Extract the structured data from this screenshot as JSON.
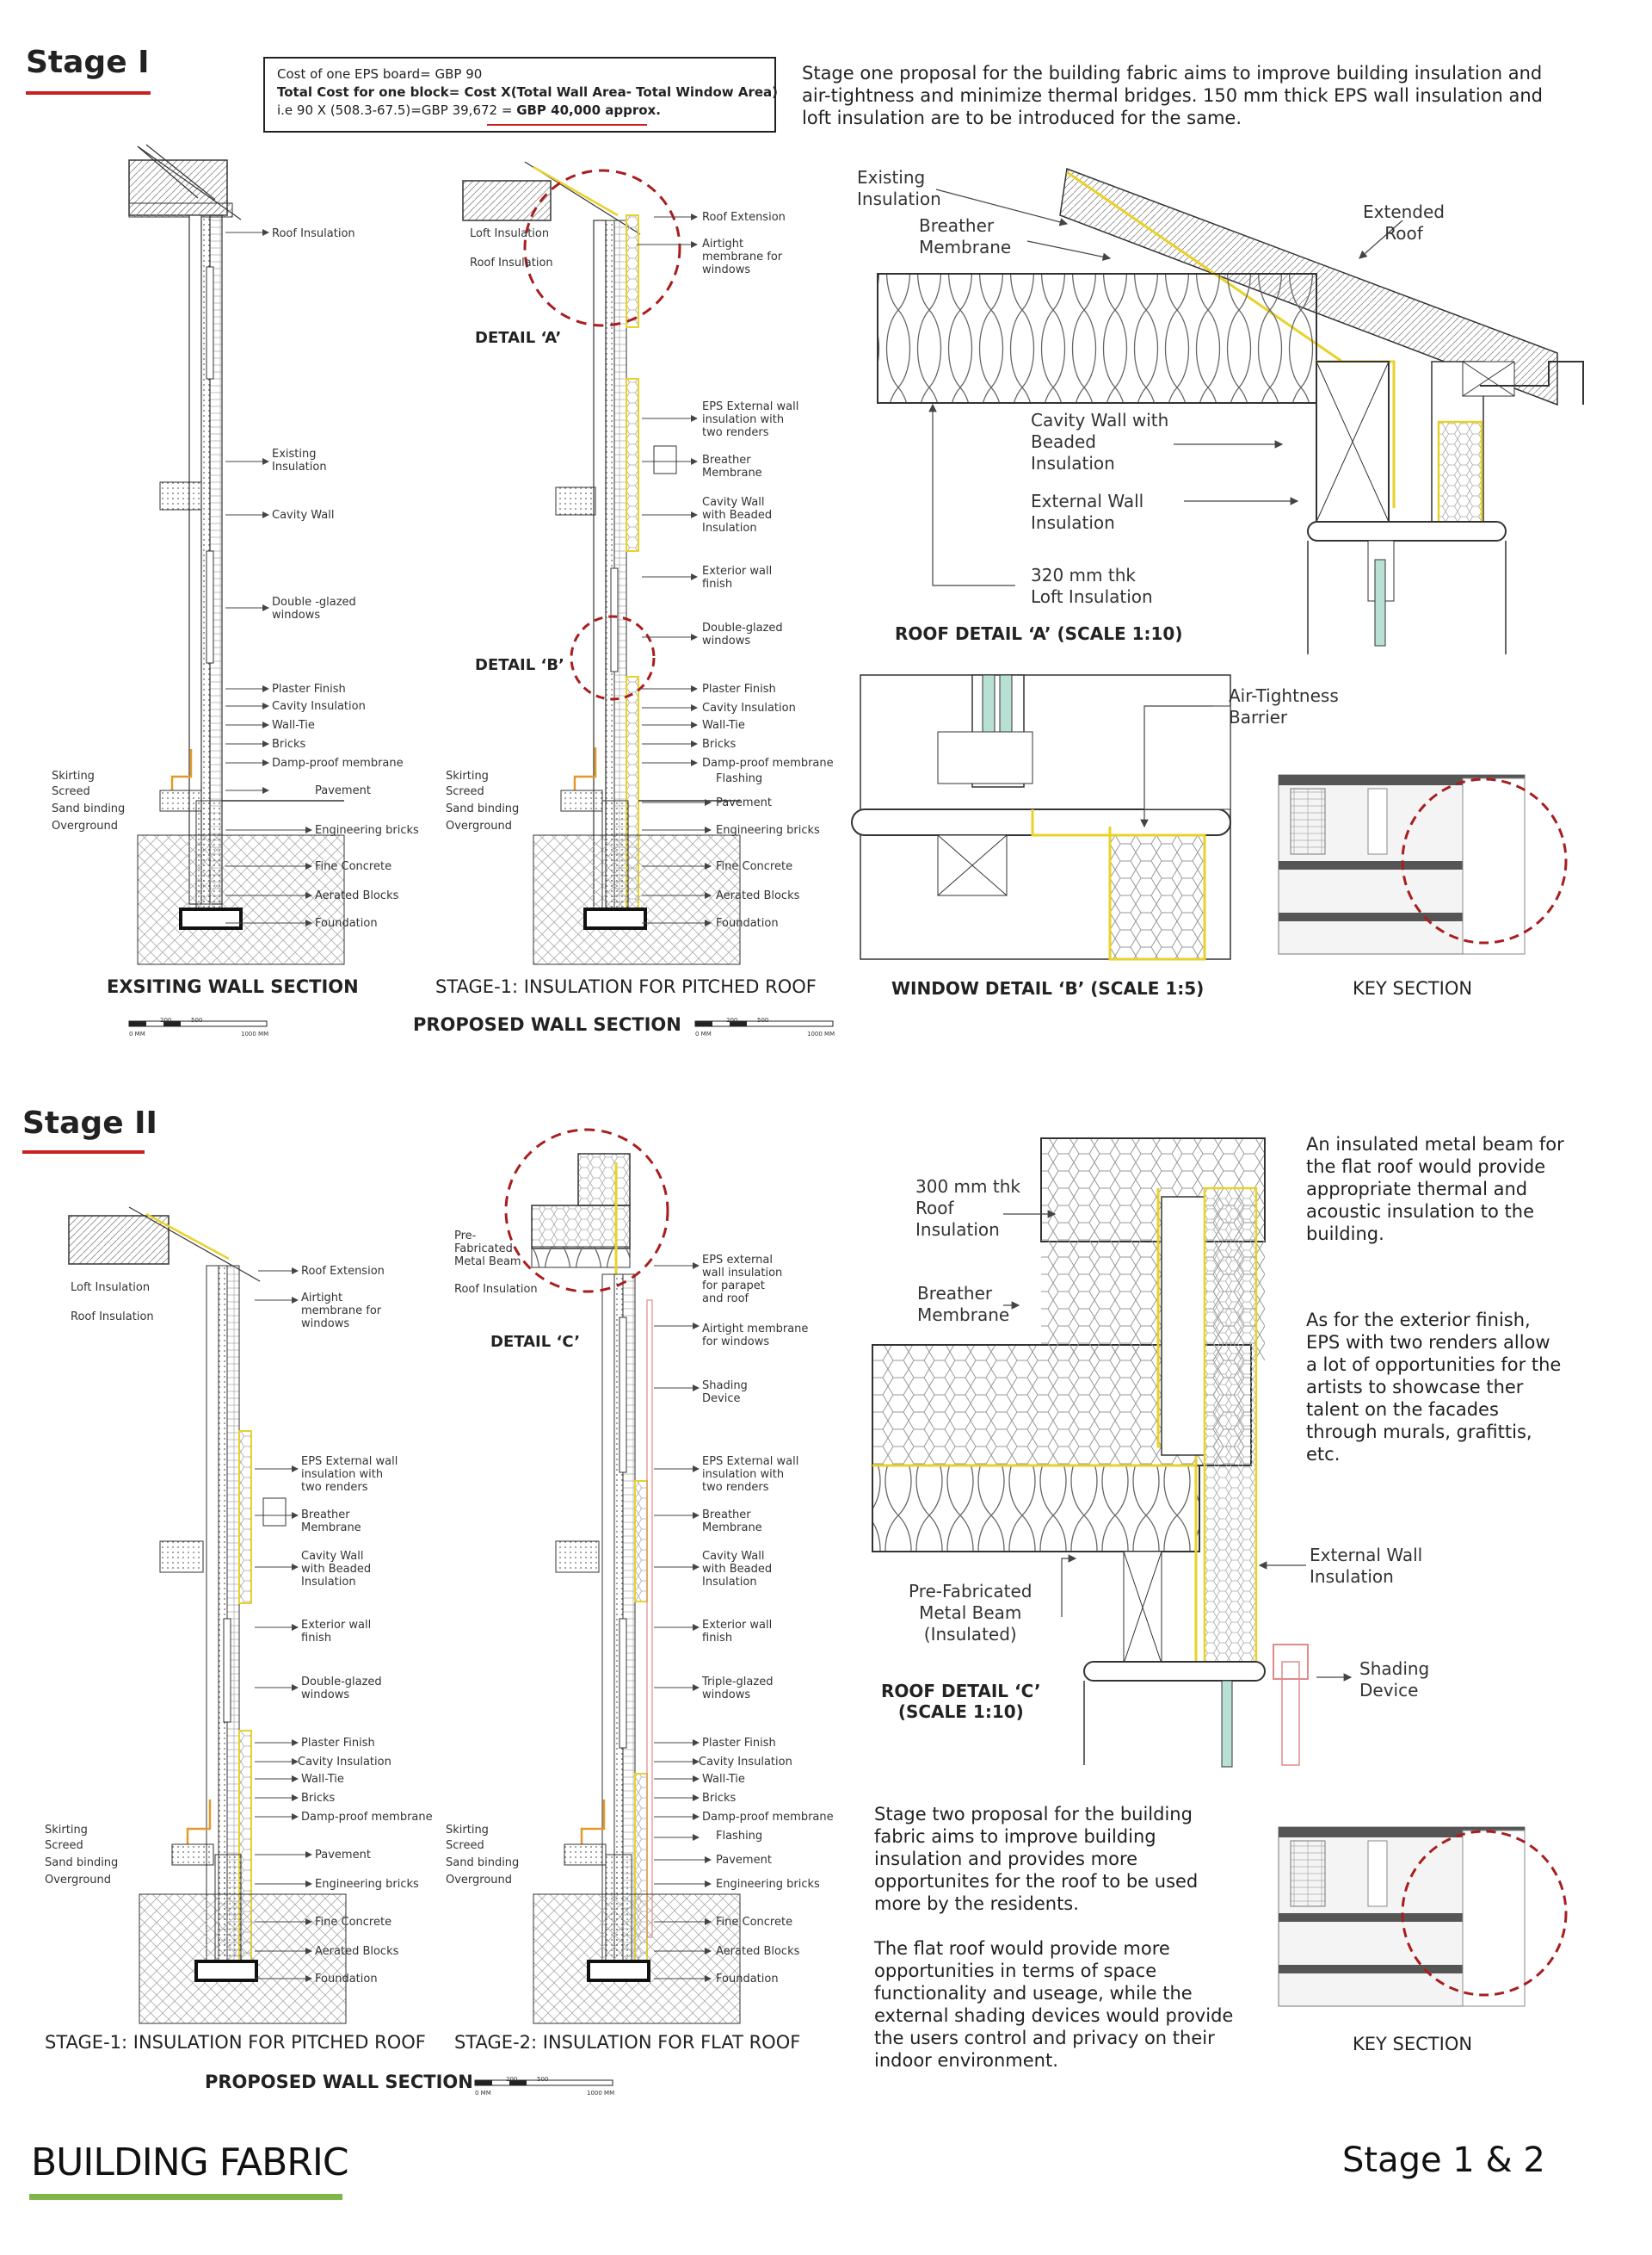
{
  "stage1": {
    "title": "Stage I",
    "cost": {
      "line1": "Cost of one EPS board= GBP 90",
      "line2": "Total Cost for one block= Cost X(Total Wall Area- Total Window Area)",
      "line3a": "i.e 90 X (508.3-67.5)=GBP 39,672 = ",
      "line3b": "GBP 40,000 approx."
    },
    "intro": "Stage one proposal for the building fabric aims to improve building insulation and air-tightness and minimize thermal bridges. 150 mm thick EPS wall insulation and loft insulation are to be introduced for the same.",
    "existing_section": {
      "labels": [
        "Roof Insulation",
        "Existing\nInsulation",
        "Cavity Wall",
        "Double -glazed\nwindows",
        "Plaster Finish",
        "Cavity Insulation",
        "Wall-Tie",
        "Bricks",
        "Damp-proof membrane",
        "Pavement",
        "Engineering bricks",
        "Fine Concrete",
        "Aerated Blocks",
        "Foundation"
      ],
      "left_labels": [
        "Skirting",
        "Screed",
        "Sand binding",
        "Overground"
      ],
      "caption": "EXSITING WALL SECTION"
    },
    "proposed_section": {
      "left_top": [
        "Loft Insulation",
        "Roof Insulation"
      ],
      "labels": [
        "Roof Extension",
        "Airtight\nmembrane for\nwindows",
        "EPS External wall\ninsulation with\ntwo renders",
        "Breather\nMembrane",
        "Cavity Wall\nwith Beaded\nInsulation",
        "Exterior wall\nfinish",
        "Double-glazed\nwindows",
        "Plaster Finish",
        "Cavity Insulation",
        "Wall-Tie",
        "Bricks",
        "Damp-proof membrane",
        "Flashing",
        "Pavement",
        "Engineering bricks",
        "Fine Concrete",
        "Aerated Blocks",
        "Foundation"
      ],
      "left_labels": [
        "Skirting",
        "Screed",
        "Sand binding",
        "Overground"
      ],
      "detail_a": "DETAIL ‘A’",
      "detail_b": "DETAIL ‘B’",
      "caption": "STAGE-1: INSULATION FOR PITCHED ROOF",
      "subcaption": "PROPOSED WALL SECTION"
    },
    "roof_detail_a": {
      "labels": [
        "Existing\nInsulation",
        "Breather\nMembrane",
        "Extended\nRoof",
        "Cavity Wall with\nBeaded\nInsulation",
        "External Wall\nInsulation",
        "320 mm thk\nLoft Insulation"
      ],
      "caption": "ROOF DETAIL ‘A’ (SCALE 1:10)"
    },
    "window_detail_b": {
      "label": "Air-Tightness\nBarrier",
      "caption": "WINDOW DETAIL ‘B’ (SCALE 1:5)"
    },
    "key_section_caption": "KEY SECTION",
    "scale_labels": [
      "0 MM",
      "200",
      "500",
      "1000 MM"
    ]
  },
  "stage2": {
    "title": "Stage II",
    "pitched": {
      "left_top": [
        "Loft Insulation",
        "Roof Insulation"
      ],
      "labels": [
        "Roof Extension",
        "Airtight\nmembrane for\nwindows",
        "EPS External wall\ninsulation with\ntwo renders",
        "Breather\nMembrane",
        "Cavity Wall\nwith Beaded\nInsulation",
        "Exterior wall\nfinish",
        "Double-glazed\nwindows",
        "Plaster Finish",
        "Cavity Insulation",
        "Wall-Tie",
        "Bricks",
        "Damp-proof membrane",
        "Pavement",
        "Engineering bricks",
        "Fine Concrete",
        "Aerated Blocks",
        "Foundation"
      ],
      "left_labels": [
        "Skirting",
        "Screed",
        "Sand binding",
        "Overground"
      ],
      "caption": "STAGE-1: INSULATION FOR PITCHED ROOF"
    },
    "flat": {
      "left_top": [
        "Pre-\nFabricated\nMetal Beam",
        "Roof Insulation"
      ],
      "labels": [
        "EPS external\nwall insulation\nfor parapet\nand roof",
        "Airtight membrane\nfor windows",
        "Shading\nDevice",
        "EPS External wall\ninsulation with\ntwo renders",
        "Breather\nMembrane",
        "Cavity Wall\nwith Beaded\nInsulation",
        "Exterior wall\nfinish",
        "Triple-glazed\nwindows",
        "Plaster Finish",
        "Cavity Insulation",
        "Wall-Tie",
        "Bricks",
        "Damp-proof membrane",
        "Flashing",
        "Pavement",
        "Engineering bricks",
        "Fine Concrete",
        "Aerated Blocks",
        "Foundation"
      ],
      "left_labels": [
        "Skirting",
        "Screed",
        "Sand binding",
        "Overground"
      ],
      "detail_c": "DETAIL ‘C’",
      "caption": "STAGE-2: INSULATION FOR FLAT ROOF"
    },
    "subcaption": "PROPOSED WALL SECTION",
    "roof_detail_c": {
      "labels": [
        "300 mm thk\nRoof\nInsulation",
        "Breather\nMembrane",
        "Pre-Fabricated\nMetal Beam\n(Insulated)",
        "External Wall\nInsulation",
        "Shading\nDevice"
      ],
      "caption": "ROOF DETAIL ‘C’\n(SCALE 1:10)"
    },
    "side_text_1": "An insulated metal beam for the flat roof would provide appropriate thermal and acoustic insulation to the building.",
    "side_text_2": "As for the exterior finish, EPS with two renders allow a lot of opportunities for the artists to showcase ther talent on the facades through murals, grafittis, etc.",
    "bottom_text_1": "Stage two proposal for the building fabric aims to improve building insulation and provides more opportunites for the roof to be used more by the residents.",
    "bottom_text_2": "The flat roof would provide more opportunities in terms of space functionality and useage, while the external shading devices would provide the users control and privacy on their indoor environment.",
    "key_section_caption": "KEY SECTION",
    "scale_labels": [
      "0 MM",
      "200",
      "500",
      "1000 MM"
    ]
  },
  "footer": {
    "left": "BUILDING FABRIC",
    "right": "Stage 1 & 2"
  },
  "colors": {
    "accent_red": "#c8201e",
    "insulation_yellow": "#e8d22a",
    "footer_green": "#7fb648",
    "dpc_orange": "#e39a2a"
  }
}
